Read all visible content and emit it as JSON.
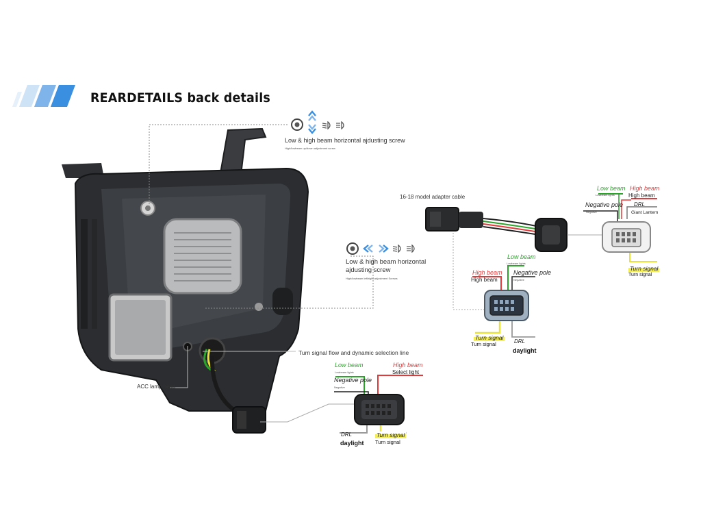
{
  "header": {
    "title": "REARDETAILS back details"
  },
  "callouts": {
    "screw_top": {
      "title": "Low & high beam horizontal ajdusting screw",
      "sub": "High/lowbeam up/down adjustment screw"
    },
    "screw_mid": {
      "title_line1": "Low & high beam horizontal",
      "title_line2": "ajdusting screw",
      "sub": "High/lowbeam left/right adjustment Screws"
    },
    "turn_signal_line": "Turn signal flow and dynamic selection line",
    "acc_lamp": "ACC lamp head",
    "adapter_cable": "16-18 model adapter cable"
  },
  "connector_right": {
    "low_beam": "Low beam",
    "low_beam_sub": "Lowbeam lights",
    "high_beam_i": "High beam",
    "high_beam": "High beam",
    "negative_pole": "Negative pole",
    "negative_sub": "Negative",
    "drl": "DRL",
    "drl_sub": "Giant Lantern",
    "turn_signal_i": "Turn signal",
    "turn_signal": "Turn signal"
  },
  "connector_mid": {
    "low_beam": "Low beam",
    "low_beam_sub": "Lowbeam lights",
    "high_beam_i": "High beam",
    "high_beam": "High beam",
    "negative_pole": "Negative pole",
    "negative_sub": "Negative",
    "turn_signal_i": "Turn signal",
    "turn_signal": "Turn signal",
    "drl": "DRL",
    "daylight": "daylight"
  },
  "connector_bottom": {
    "low_beam": "Low beam",
    "low_beam_sub": "Lowbeam lights",
    "high_beam_i": "High beam",
    "select_light": "Select light",
    "negative_pole": "Negative pole",
    "negative_sub": "Negative",
    "drl": "DRL",
    "daylight": "daylight",
    "turn_signal_i": "Turn signal",
    "turn_signal": "Turn signal"
  },
  "colors": {
    "accent_blue": "#3a8fe0",
    "wire_green": "#2aa52a",
    "wire_red": "#e03a3a",
    "wire_yellow": "#e8e23a",
    "housing": "#2b2d30"
  }
}
